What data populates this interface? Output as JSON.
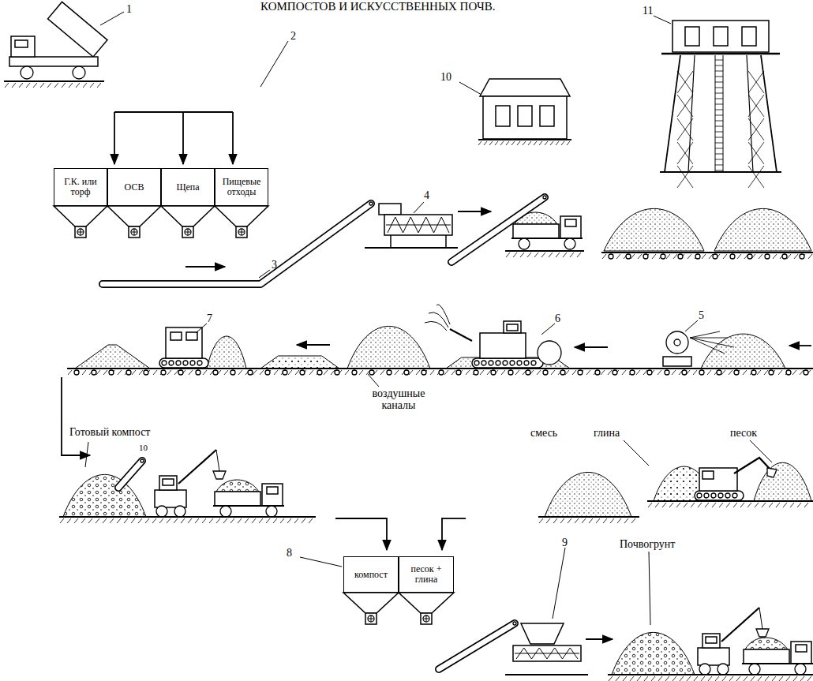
{
  "diagram": {
    "title": "КОМПОСТОВ И ИСКУССТВЕННЫХ ПОЧВ.",
    "nodes": [
      {
        "text": [
          "Г.К. или торф"
        ]
      },
      {
        "text": [
          "ОСВ"
        ]
      },
      {
        "text": [
          "Щепа"
        ]
      },
      {
        "text": [
          "Пищевые отходы"
        ]
      },
      {
        "text": [
          "компост"
        ]
      },
      {
        "text": [
          "песок + глина"
        ]
      }
    ],
    "labels": [
      "1",
      "2",
      "3",
      "4",
      "10",
      "11",
      "7",
      "6",
      "5",
      "воздушные каналы",
      "Готовый компост",
      "10",
      "смесь",
      "глина",
      "песок",
      "8",
      "9",
      "Почвогрунт"
    ]
  }
}
